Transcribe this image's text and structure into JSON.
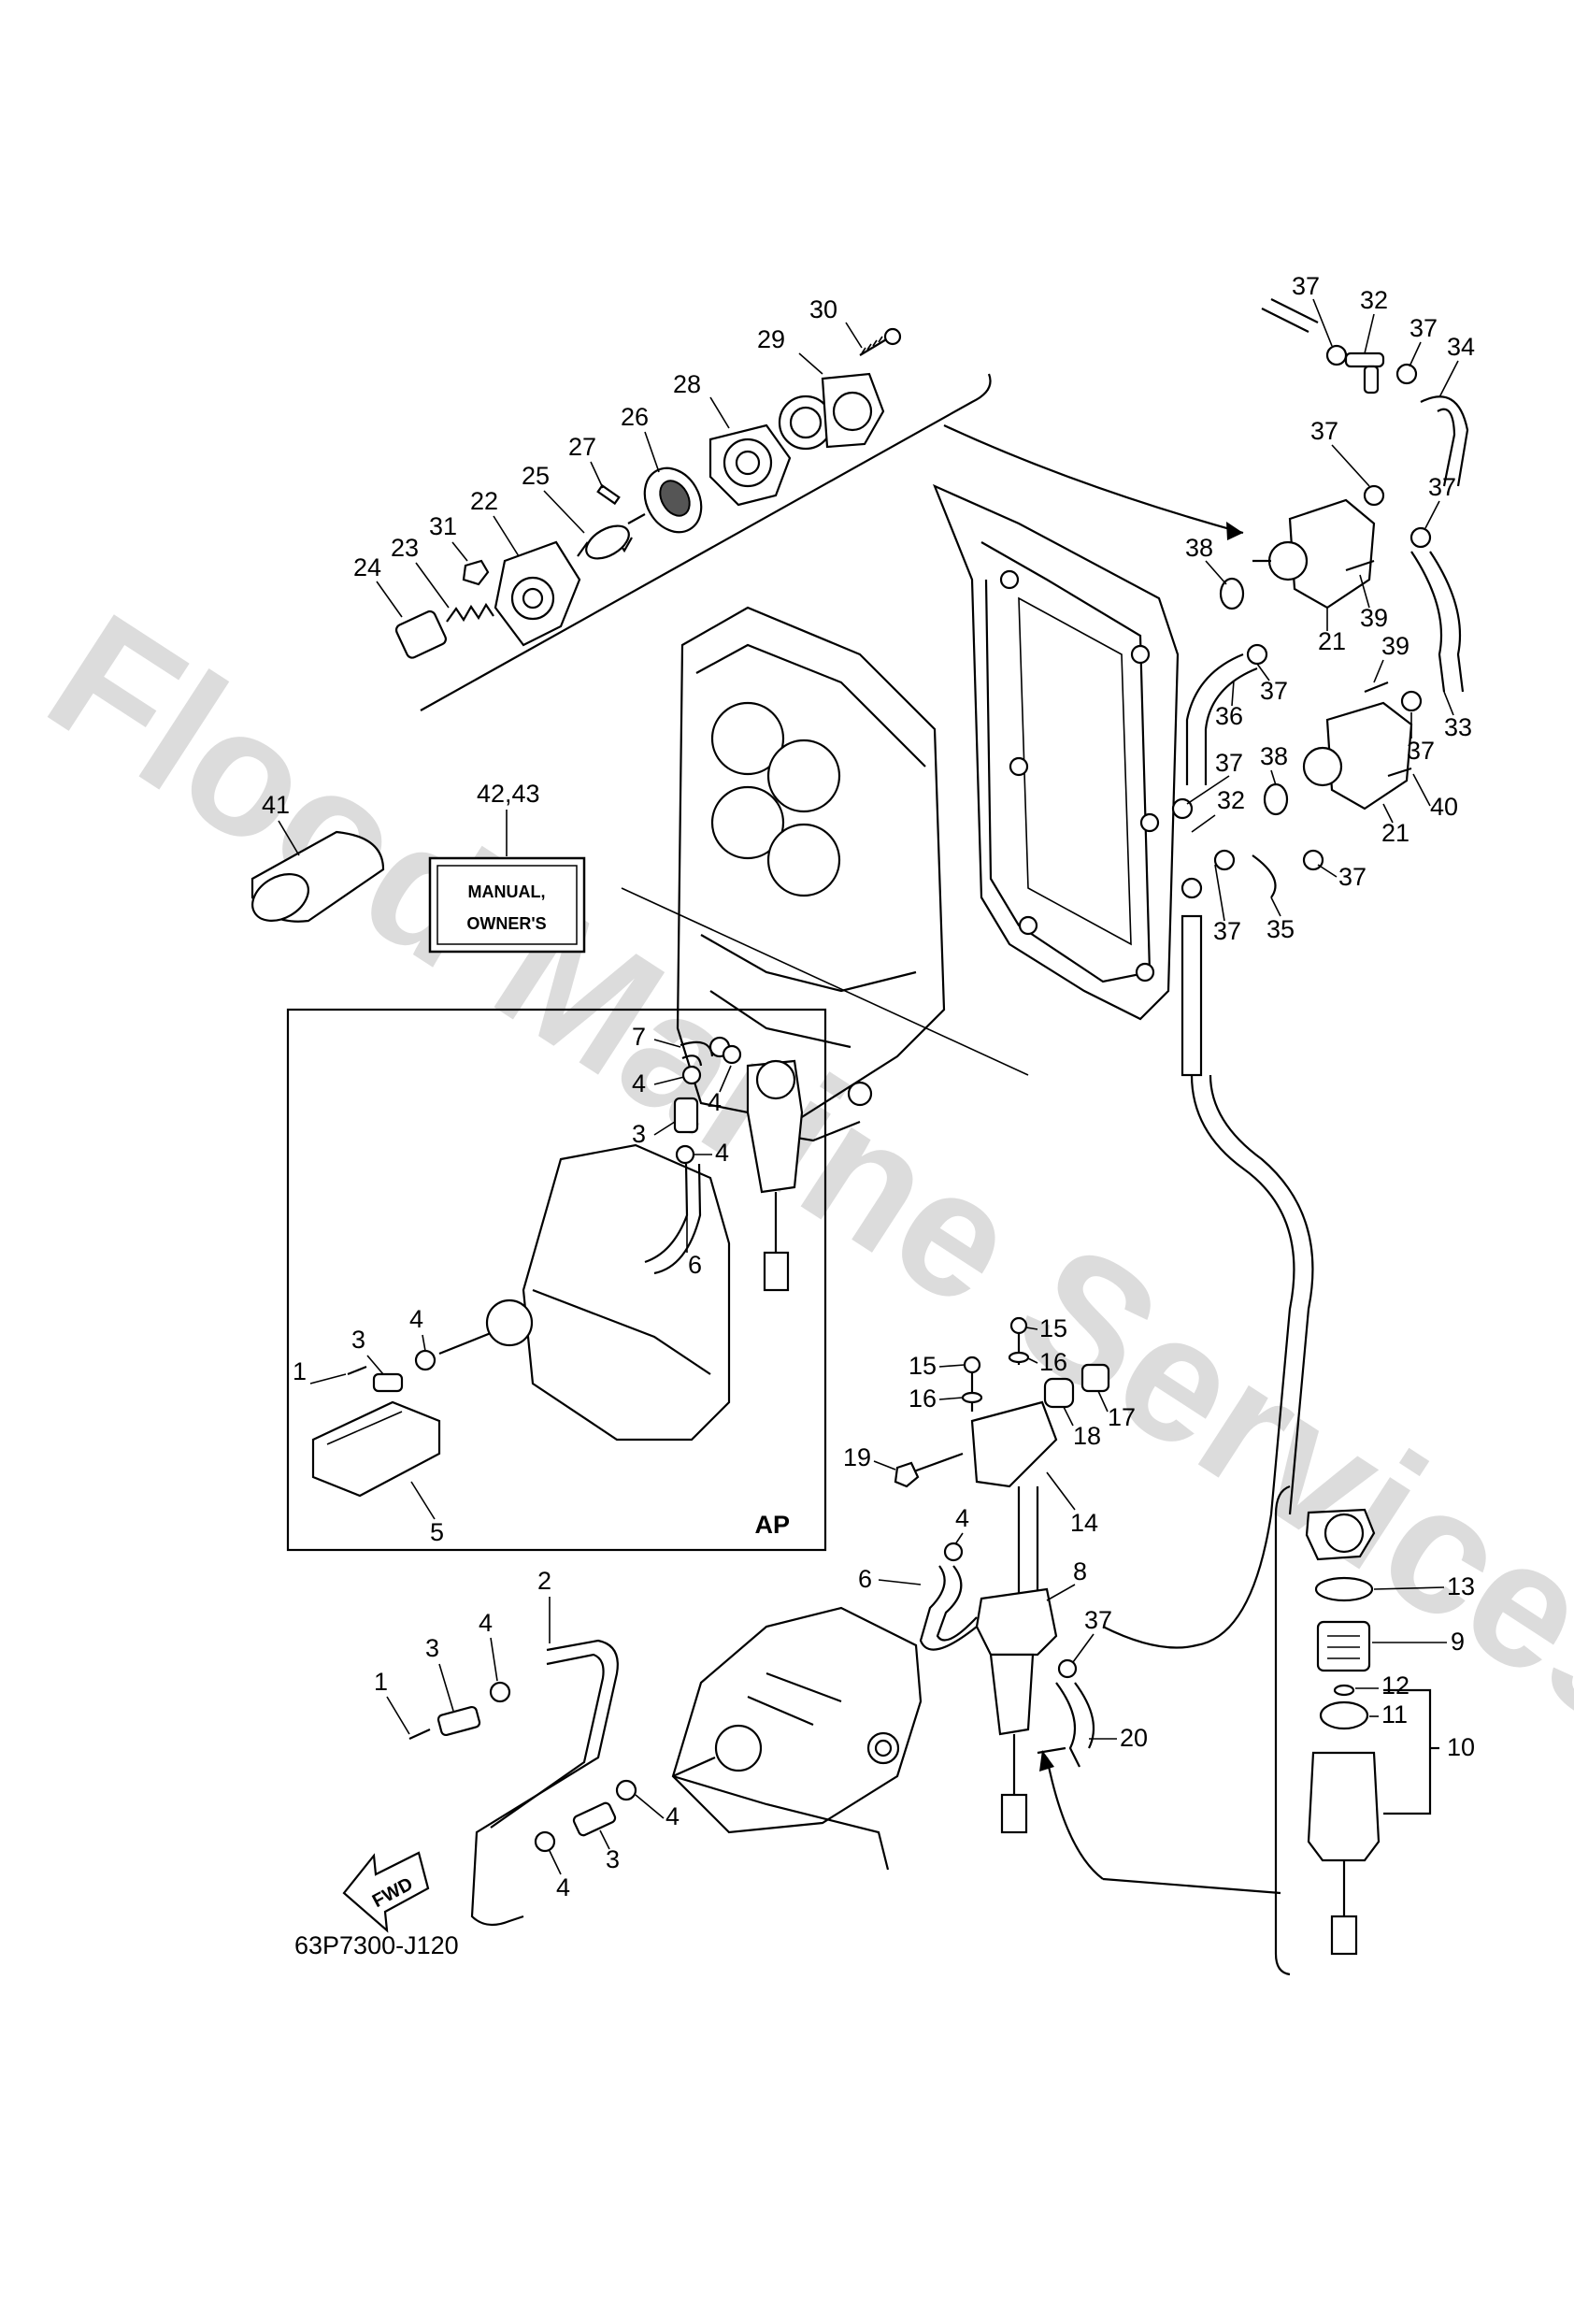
{
  "watermark": "Flood Marine Services",
  "diagram_code": "63P7300-J120",
  "manual_box": {
    "line1": "MANUAL,",
    "line2": "OWNER'S"
  },
  "inset_label": "AP",
  "fwd_label": "FWD",
  "callouts": {
    "p1a": "1",
    "p1b": "1",
    "p2": "2",
    "p3a": "3",
    "p3b": "3",
    "p3c": "3",
    "p3d": "3",
    "p4a": "4",
    "p4b": "4",
    "p4c": "4",
    "p4d": "4",
    "p4e": "4",
    "p4f": "4",
    "p4g": "4",
    "p4h": "4",
    "p5": "5",
    "p6a": "6",
    "p6b": "6",
    "p7": "7",
    "p8": "8",
    "p9": "9",
    "p10": "10",
    "p11": "11",
    "p12": "12",
    "p13": "13",
    "p14": "14",
    "p15a": "15",
    "p15b": "15",
    "p16a": "16",
    "p16b": "16",
    "p17": "17",
    "p18": "18",
    "p19": "19",
    "p20": "20",
    "p21a": "21",
    "p21b": "21",
    "p22": "22",
    "p23": "23",
    "p24": "24",
    "p25": "25",
    "p26": "26",
    "p27": "27",
    "p28": "28",
    "p29": "29",
    "p30": "30",
    "p31": "31",
    "p32a": "32",
    "p32b": "32",
    "p33": "33",
    "p34": "34",
    "p35": "35",
    "p36": "36",
    "p37a": "37",
    "p37b": "37",
    "p37c": "37",
    "p37d": "37",
    "p37e": "37",
    "p37f": "37",
    "p37g": "37",
    "p37h": "37",
    "p37i": "37",
    "p37j": "37",
    "p38a": "38",
    "p38b": "38",
    "p39a": "39",
    "p39b": "39",
    "p40": "40",
    "p41": "41",
    "p4243": "42,43"
  }
}
